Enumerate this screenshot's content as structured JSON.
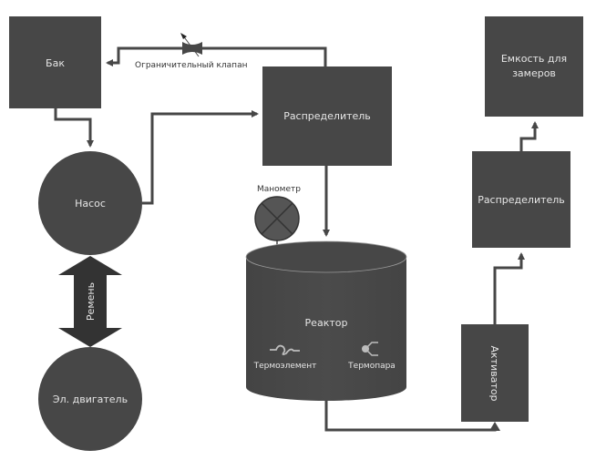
{
  "colors": {
    "node_fill": "#474747",
    "line": "#474747",
    "text_on_node": "#e6e6e6",
    "text_outside": "#333333",
    "background": "#ffffff"
  },
  "nodes": {
    "tank": {
      "label": "Бак",
      "shape": "rectangle"
    },
    "pump": {
      "label": "Насос",
      "shape": "circle"
    },
    "motor": {
      "label": "Эл. двигатель",
      "shape": "circle"
    },
    "belt": {
      "label": "Ремень",
      "shape": "double-arrow"
    },
    "distributor_main": {
      "label": "Распределитель",
      "shape": "rectangle"
    },
    "reactor": {
      "label": "Реактор",
      "shape": "cylinder",
      "components": [
        {
          "label": "Термоэлемент",
          "icon": "heating-element-icon"
        },
        {
          "label": "Термопара",
          "icon": "thermocouple-icon"
        }
      ]
    },
    "manometer": {
      "label": "Манометр",
      "shape": "gauge"
    },
    "activator": {
      "label": "Активатор",
      "shape": "rectangle"
    },
    "distributor_out": {
      "label": "Распределитель",
      "shape": "rectangle"
    },
    "measure_tank": {
      "label_line1": "Емкость для",
      "label_line2": "замеров",
      "shape": "rectangle"
    }
  },
  "valve": {
    "label": "Ограничительный клапан",
    "icon": "throttle-valve-icon"
  },
  "edges": [
    {
      "from": "tank",
      "to": "pump"
    },
    {
      "from": "pump",
      "to": "distributor_main"
    },
    {
      "from": "distributor_main",
      "to": "tank",
      "via": "valve"
    },
    {
      "from": "distributor_main",
      "to": "reactor"
    },
    {
      "from": "reactor",
      "to": "activator"
    },
    {
      "from": "activator",
      "to": "distributor_out"
    },
    {
      "from": "distributor_out",
      "to": "measure_tank"
    },
    {
      "from": "motor",
      "to": "pump",
      "via": "belt",
      "bidirectional": true
    }
  ]
}
